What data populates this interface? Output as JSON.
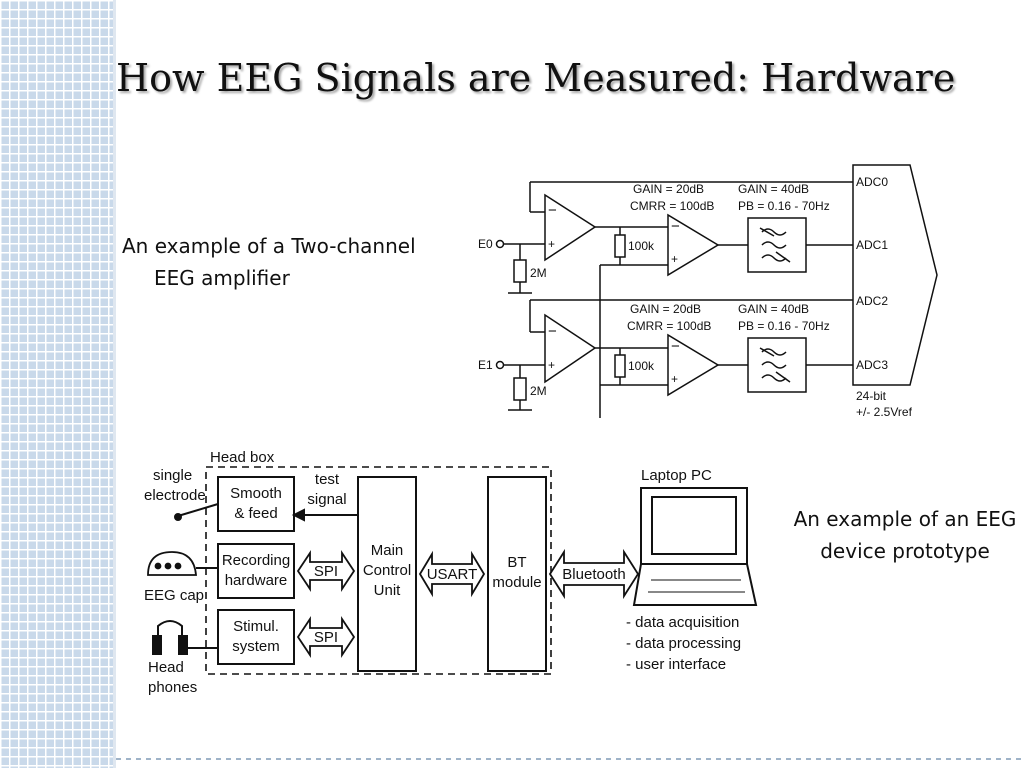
{
  "slide": {
    "title": "How EEG Signals are Measured: Hardware",
    "caption_amplifier_line1": "An example of a Two-channel",
    "caption_amplifier_line2": "EEG amplifier",
    "caption_device": "An example of an EEG device prototype"
  },
  "amplifier_diagram": {
    "inputs": [
      "E0",
      "E1"
    ],
    "resistor_2m": "2M",
    "resistor_100k": "100k",
    "stage1_gain": "GAIN = 20dB",
    "stage1_cmrr": "CMRR = 100dB",
    "stage2_gain": "GAIN = 40dB",
    "stage2_pb": "PB = 0.16 - 70Hz",
    "adc_channels": [
      "ADC0",
      "ADC1",
      "ADC2",
      "ADC3"
    ],
    "adc_bits": "24-bit",
    "adc_vref": "+/- 2.5Vref",
    "opamp_minus": "−",
    "opamp_plus": "+"
  },
  "device_diagram": {
    "head_box": "Head box",
    "single_electrode_line1": "single",
    "single_electrode_line2": "electrode",
    "eeg_cap": "EEG cap",
    "head_phones_line1": "Head",
    "head_phones_line2": "phones",
    "smooth_feed_line1": "Smooth",
    "smooth_feed_line2": "& feed",
    "recording_line1": "Recording",
    "recording_line2": "hardware",
    "stimul_line1": "Stimul.",
    "stimul_line2": "system",
    "spi": "SPI",
    "test_signal_line1": "test",
    "test_signal_line2": "signal",
    "mcu_line1": "Main",
    "mcu_line2": "Control",
    "mcu_line3": "Unit",
    "usart": "USART",
    "bt_line1": "BT",
    "bt_line2": "module",
    "bluetooth": "Bluetooth",
    "laptop": "Laptop PC",
    "features": [
      "- data acquisition",
      "- data processing",
      "- user interface"
    ]
  },
  "colors": {
    "strip": "#c9d9ea",
    "ink": "#111111"
  }
}
